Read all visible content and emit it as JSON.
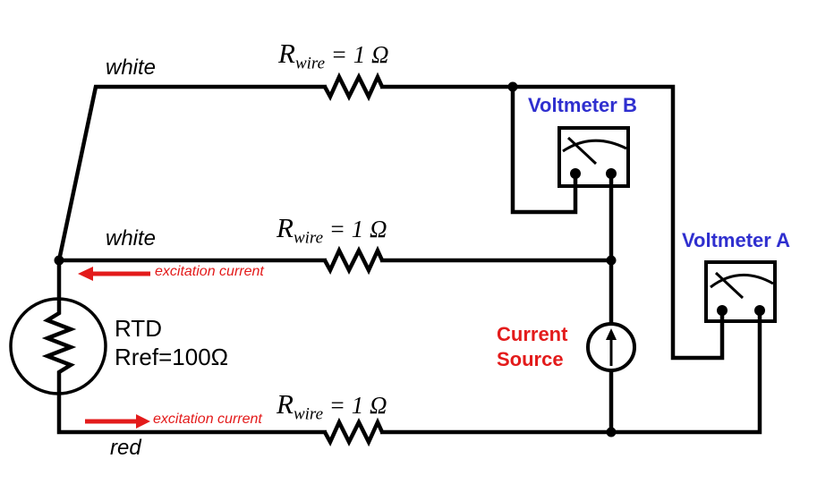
{
  "diagram": {
    "wire_labels": {
      "top": "white",
      "middle": "white",
      "bottom": "red"
    },
    "resistor_label": {
      "symbol": "R",
      "subscript": "wire",
      "value": " = 1 Ω"
    },
    "rtd": {
      "name": "RTD",
      "reference": "Rref=100Ω"
    },
    "voltmeter_b": {
      "label": "Voltmeter B"
    },
    "voltmeter_a": {
      "label": "Voltmeter A"
    },
    "current_source": {
      "label_line1": "Current",
      "label_line2": "Source"
    },
    "excitation_label": "excitation current",
    "colors": {
      "wire": "#000000",
      "label_red": "#e31b1b",
      "label_blue": "#2f2fcf"
    }
  }
}
